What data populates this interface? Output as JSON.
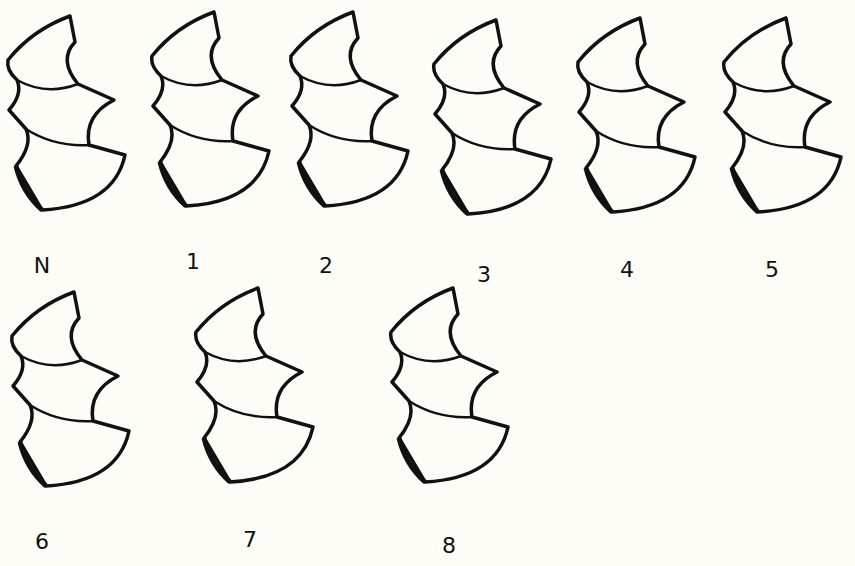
{
  "diagram": {
    "labels": [
      "N",
      "1",
      "2",
      "3",
      "4",
      "5",
      "6",
      "7",
      "8"
    ]
  }
}
